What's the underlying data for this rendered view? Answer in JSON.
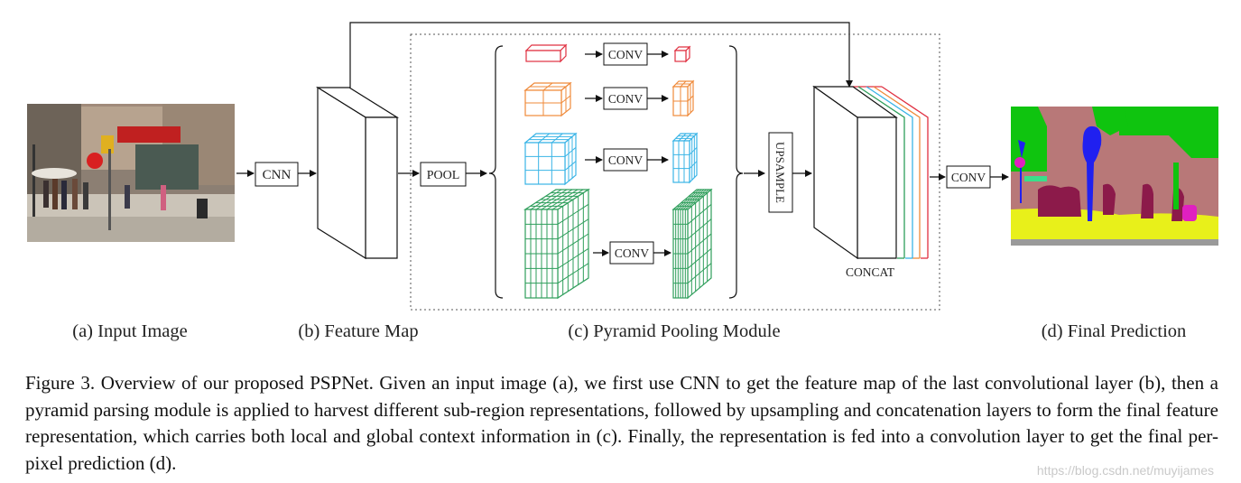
{
  "labels": {
    "cnn": "CNN",
    "pool": "POOL",
    "conv": "CONV",
    "upsample": "UPSAMPLE",
    "concat": "CONCAT",
    "conv_final": "CONV"
  },
  "sections": {
    "a": "(a) Input Image",
    "b": "(b) Feature Map",
    "c": "(c) Pyramid Pooling Module",
    "d": "(d) Final Prediction"
  },
  "caption": "Figure 3. Overview of our proposed PSPNet. Given an input image (a), we first use CNN to get the feature map of the last convolutional layer (b), then a pyramid parsing module is applied to harvest different sub-region representations, followed by upsampling and concatenation layers to form the final feature representation, which carries both local and global context information in (c). Finally, the representation is fed into a convolution layer to get the final per-pixel prediction (d).",
  "watermark": "https://blog.csdn.net/muyijames",
  "colors": {
    "red": "#e03040",
    "orange": "#ef8a3a",
    "blue": "#39b4e6",
    "green": "#2e9e5b",
    "seg_green": "#0fc40f",
    "seg_mauve": "#b87878",
    "seg_yellow": "#e8f01a",
    "seg_blue": "#2020f0",
    "seg_maroon": "#8c1a4a",
    "seg_magenta": "#e020c0"
  }
}
